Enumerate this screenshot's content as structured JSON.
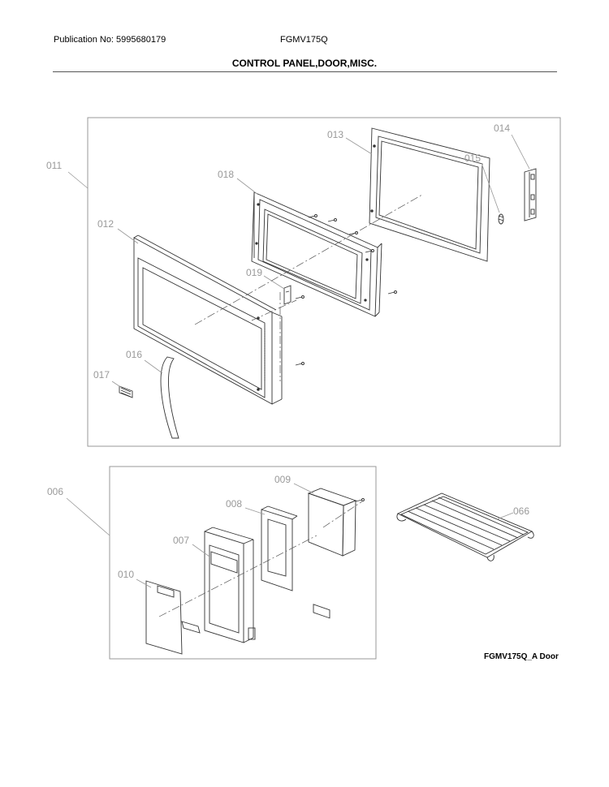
{
  "header": {
    "publication": "Publication No: 5995680179",
    "model": "FGMV175Q",
    "title": "CONTROL PANEL,DOOR,MISC."
  },
  "callouts": {
    "c011": "011",
    "c012": "012",
    "c013": "013",
    "c014": "014",
    "c015": "015",
    "c016": "016",
    "c017": "017",
    "c018": "018",
    "c019": "019",
    "c006": "006",
    "c007": "007",
    "c008": "008",
    "c009": "009",
    "c010": "010",
    "c066": "066"
  },
  "caption": "FGMV175Q_A Door"
}
